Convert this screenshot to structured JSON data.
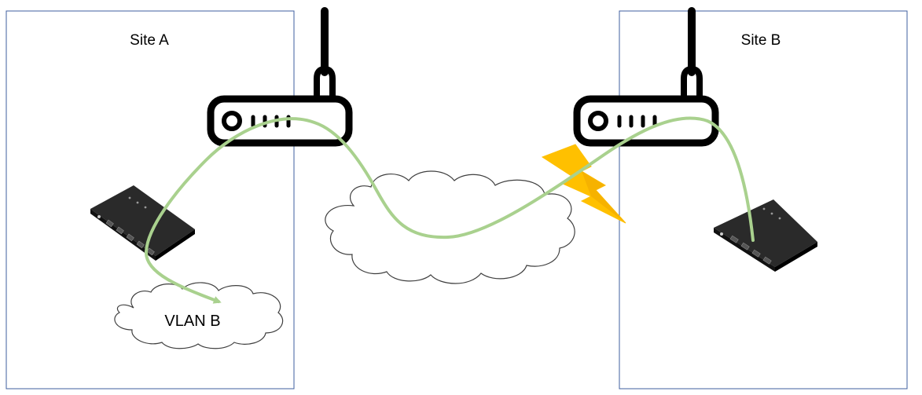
{
  "sites": [
    {
      "id": "site-a",
      "label": "Site A"
    },
    {
      "id": "site-b",
      "label": "Site B"
    }
  ],
  "clouds": {
    "vlan_label": "VLAN B"
  },
  "colors": {
    "site_border": "#3f5f9f",
    "path": "#a9d18e",
    "router_stroke": "#000000",
    "lightning_light": "#ffc000",
    "lightning_dark": "#ed9b00",
    "cloud_stroke": "#3f3f3f",
    "switch_body": "#1f1f1f"
  },
  "icons": [
    "router-icon",
    "switch-icon",
    "cloud-icon",
    "lightning-icon"
  ]
}
